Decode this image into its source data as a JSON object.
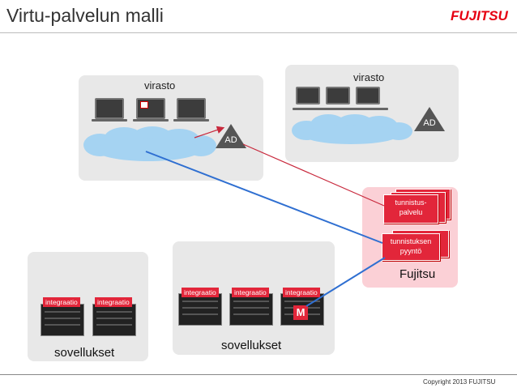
{
  "slide": {
    "title": "Virtu-palvelun malli",
    "logo": "FUJITSU",
    "copyright": "Copyright 2013 FUJITSU"
  },
  "agency_left": {
    "label": "virasto",
    "ad": "AD"
  },
  "agency_right": {
    "label": "virasto",
    "ad": "AD"
  },
  "fujitsu": {
    "label": "Fujitsu",
    "auth_service": "tunnistus-\npalvelu",
    "auth_request": "tunnistuksen\npyyntö"
  },
  "apps_left": {
    "label": "sovellukset",
    "integrations": [
      "integraatio",
      "integraatio"
    ]
  },
  "apps_middle": {
    "label": "sovellukset",
    "integrations": [
      "integraatio",
      "integraatio",
      "integraatio"
    ],
    "badge": "M"
  },
  "colors": {
    "accent_red": "#e2263a",
    "link_blue": "#2f6fd1",
    "link_red": "#c8283c"
  },
  "icons": [
    "laptop-icon",
    "cloud-icon",
    "server-icon",
    "ad-server-icon"
  ]
}
